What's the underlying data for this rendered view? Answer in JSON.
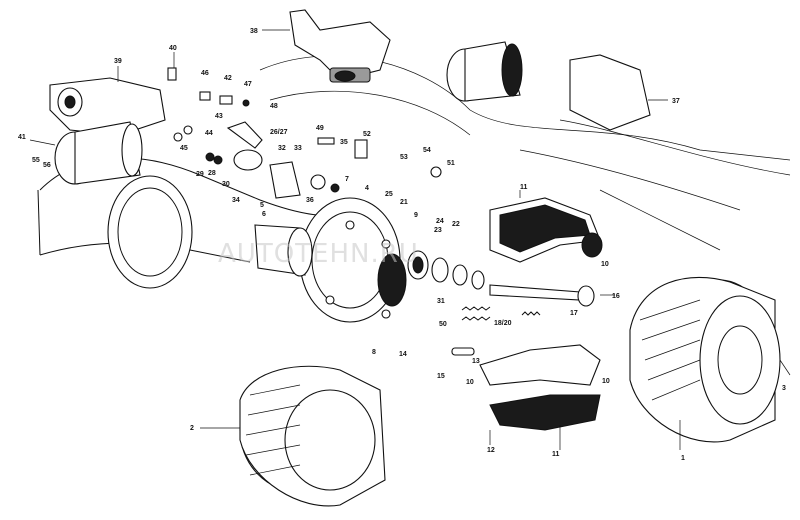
{
  "watermark": "AUTOTEHN.RU",
  "labels": {
    "l1": "1",
    "l2": "2",
    "l3": "3",
    "l4": "4",
    "l5": "5",
    "l6": "6",
    "l7": "7",
    "l8": "8",
    "l9": "9",
    "l10a": "10",
    "l10b": "10",
    "l11": "11",
    "l12": "12",
    "l13": "13",
    "l14": "14",
    "l15": "15",
    "l16": "16",
    "l17": "17",
    "l18": "18/20",
    "l21": "21",
    "l22": "22",
    "l23": "23",
    "l24": "24",
    "l25": "25",
    "l26": "26/27",
    "l28": "28",
    "l29": "29",
    "l30": "30",
    "l31": "31",
    "l32": "32",
    "l33": "33",
    "l34": "34",
    "l35": "35",
    "l36": "36",
    "l37": "37",
    "l38": "38",
    "l39": "39",
    "l40": "40",
    "l41": "41",
    "l42": "42",
    "l43": "43",
    "l44": "44",
    "l45": "45",
    "l46": "46",
    "l47": "47",
    "l48": "48",
    "l49": "49",
    "l50": "50",
    "l51": "51",
    "l52": "52",
    "l53": "53",
    "l54": "54",
    "l55": "55",
    "l56": "56",
    "l10c": "10",
    "l11b": "11"
  }
}
